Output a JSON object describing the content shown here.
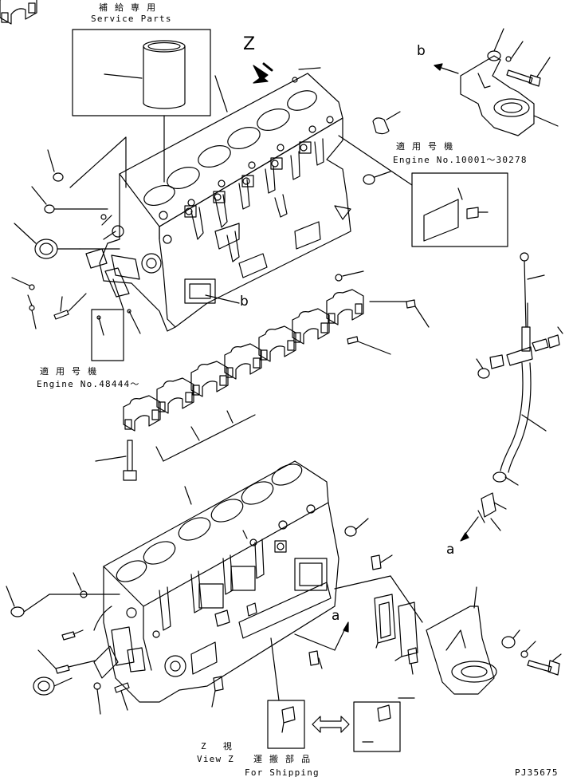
{
  "labels": {
    "service_parts_jp": "補 給 専 用",
    "service_parts_en": "Service Parts",
    "z_arrow": "Z",
    "callout_b_top": "b",
    "callout_b_block": "b",
    "serial_top_jp": "適 用 号 機",
    "serial_top_en": "Engine No.10001～30278",
    "serial_left_jp": "適 用 号 機",
    "serial_left_en": "Engine No.48444～",
    "callout_a_gauge": "a",
    "callout_a_lower": "a",
    "view_z_jp": "Z　 視",
    "view_z_en": "View Z",
    "shipping_jp": "運 搬 部 品",
    "shipping_en": "For Shipping",
    "drawing_number": "PJ35675"
  },
  "colors": {
    "line": "#000000",
    "background": "#ffffff"
  }
}
